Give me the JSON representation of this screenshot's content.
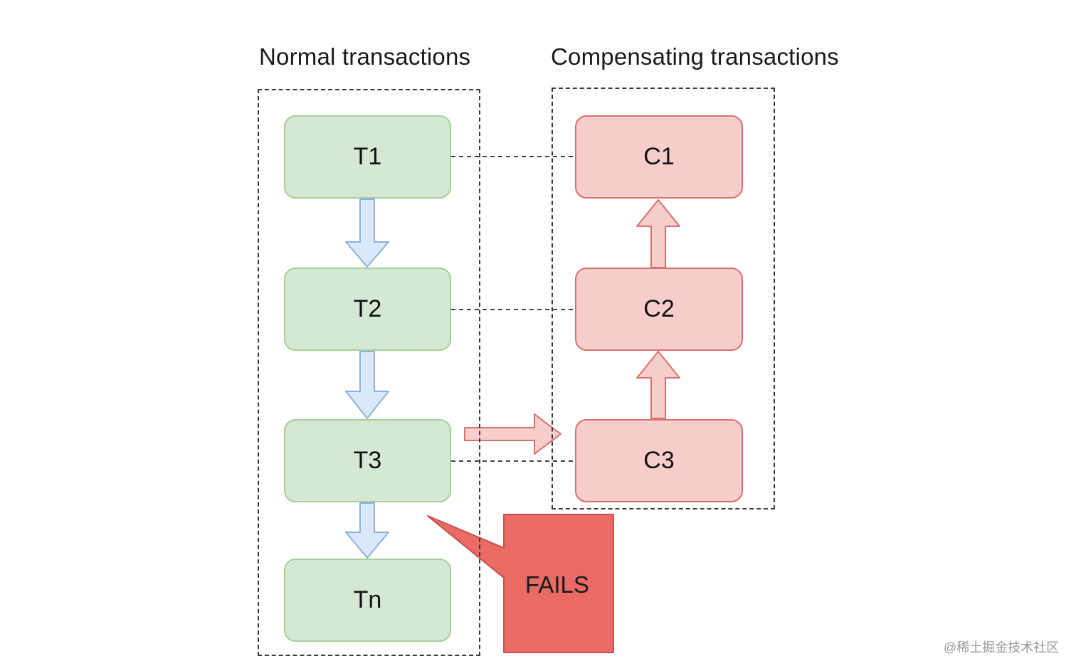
{
  "titles": {
    "normal": "Normal transactions",
    "compensating": "Compensating transactions"
  },
  "normal_steps": [
    {
      "label": "T1"
    },
    {
      "label": "T2"
    },
    {
      "label": "T3"
    },
    {
      "label": "Tn"
    }
  ],
  "compensating_steps": [
    {
      "label": "C1"
    },
    {
      "label": "C2"
    },
    {
      "label": "C3"
    }
  ],
  "callout": {
    "label": "FAILS"
  },
  "watermark": "@稀土掘金技术社区",
  "colors": {
    "normal_fill": "#d5e8d4",
    "normal_border": "#a8cf98",
    "comp_fill": "#f8cecc",
    "comp_border": "#d9716c",
    "flow_arrow_fill": "#dae8fc",
    "flow_arrow_border": "#8fb0dc",
    "compensate_arrow_fill": "#f8cecc",
    "compensate_arrow_border": "#d9716c",
    "callout_fill": "#ea6b66",
    "callout_border": "#c9504b"
  }
}
